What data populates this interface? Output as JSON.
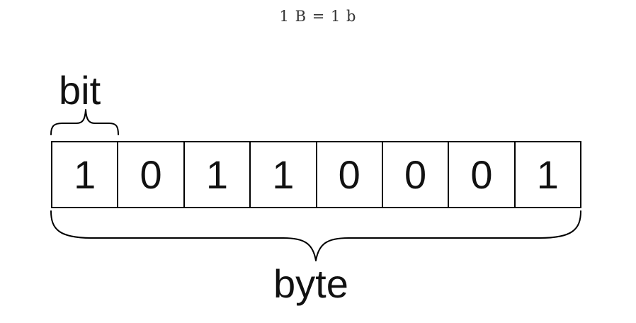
{
  "equation": "1 B = 1 b",
  "labels": {
    "bit": "bit",
    "byte": "byte"
  },
  "bits": [
    "1",
    "0",
    "1",
    "1",
    "0",
    "0",
    "0",
    "1"
  ]
}
